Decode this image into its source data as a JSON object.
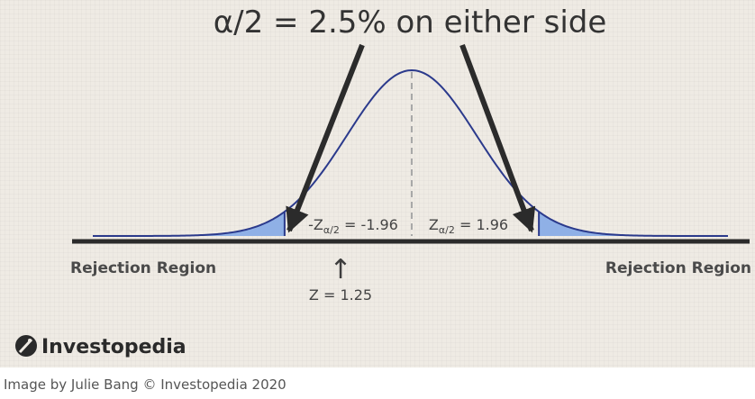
{
  "diagram": {
    "title": "α/2 = 2.5% on either side",
    "left_critical": {
      "prefix": "-Z",
      "subscript": "α/2",
      "value_text": " = -1.96",
      "z": -1.96
    },
    "right_critical": {
      "prefix": "Z",
      "subscript": "α/2",
      "value_text": " = 1.96",
      "z": 1.96
    },
    "test_statistic": {
      "label": "Z = 1.25",
      "z": 1.25
    },
    "left_region_label": "Rejection Region",
    "right_region_label": "Rejection Region",
    "arrow_up_glyph": "↑",
    "colors": {
      "curve": "#2b3a8c",
      "tail_fill": "#8fb0e6",
      "axis": "#2b2b2b",
      "arrow": "#2b2b2b",
      "dashed_mean": "#a8a8a8",
      "background": "#efebe4"
    }
  },
  "brand": {
    "name": "Investopedia",
    "icon": "investopedia-logo-icon"
  },
  "caption": "Image by Julie Bang © Investopedia 2020"
}
